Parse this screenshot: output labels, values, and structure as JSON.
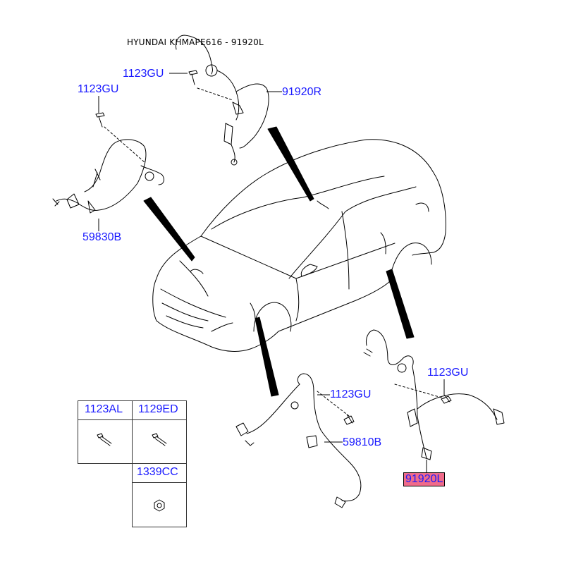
{
  "header": {
    "title": "HYUNDAI KHMAPE616 - 91920L"
  },
  "callouts": {
    "c1123gu_top": "1123GU",
    "c1123gu_left": "1123GU",
    "c91920r": "91920R",
    "c59830b": "59830B",
    "c1123gu_mid": "1123GU",
    "c59810b": "59810B",
    "c1123gu_right": "1123GU",
    "c91920l": "91920L"
  },
  "parts_table": {
    "col1_header": "1123AL",
    "col2_header": "1129ED",
    "row2_header": "1339CC"
  },
  "colors": {
    "label": "#1a1aff",
    "highlight": "#f06b8a",
    "line": "#000000"
  }
}
